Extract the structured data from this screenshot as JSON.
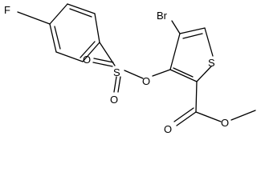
{
  "diagram": {
    "type": "chemical-structure",
    "atom_labels": {
      "fluorine": "F",
      "bromine": "Br",
      "sulfur_ring": "S",
      "sulfur_sulfonyl": "S",
      "oxygen_sulfonyl_top": "O",
      "oxygen_sulfonyl_bottom": "O",
      "oxygen_ester_link": "O",
      "oxygen_carbonyl": "O",
      "oxygen_methoxy": "O"
    },
    "colors": {
      "bond": "#000000",
      "label": "#000000",
      "background": "#ffffff"
    }
  }
}
